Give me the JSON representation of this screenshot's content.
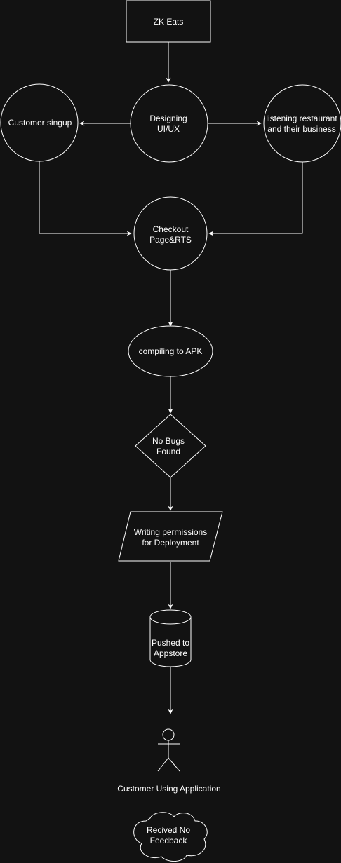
{
  "diagram": {
    "nodes": {
      "zk_eats": {
        "label": "ZK Eats"
      },
      "designing": {
        "line1": "Designing",
        "line2": "UI/UX"
      },
      "customer_signup": {
        "label": "Customer singup"
      },
      "listening": {
        "line1": "listening restaurant",
        "line2": "and their business"
      },
      "checkout": {
        "line1": "Checkout",
        "line2": "Page&RTS"
      },
      "compiling": {
        "label": "compiling to APK"
      },
      "no_bugs": {
        "line1": "No Bugs",
        "line2": "Found"
      },
      "permissions": {
        "line1": "Writing permissions",
        "line2": "for Deployment"
      },
      "appstore": {
        "line1": "Pushed to",
        "line2": "Appstore"
      },
      "customer": {
        "label": "Customer Using Application"
      },
      "feedback": {
        "line1": "Recived No",
        "line2": "Feedback"
      }
    },
    "colors": {
      "background": "#121212",
      "stroke": "#ffffff",
      "text": "#ffffff"
    }
  }
}
